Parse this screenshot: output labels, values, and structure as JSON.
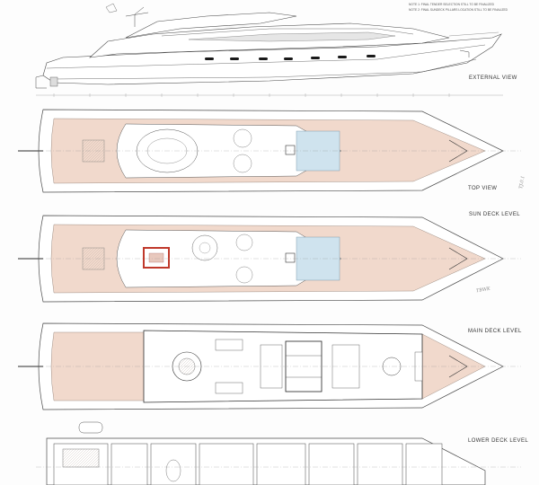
{
  "notes": [
    "NOTE 1: FINAL TENDER SELECTION STILL TO BE FINALIZED",
    "NOTE 2: FINAL SUNDECK PILLARS LOCATION STILL TO BE FINALIZED"
  ],
  "views": {
    "external": "EXTERNAL VIEW",
    "top": "TOP VIEW",
    "sun": "SUN DECK LEVEL",
    "main": "MAIN DECK LEVEL",
    "lower": "LOWER DECK LEVEL"
  },
  "scribbles": [
    "TJ.0.1",
    "TBWK"
  ],
  "colors": {
    "line": "#4a4a4a",
    "deck_teak": "#f1d9cc",
    "pool_blue": "#cfe3ee",
    "sunpad_red": "#c0392b"
  }
}
